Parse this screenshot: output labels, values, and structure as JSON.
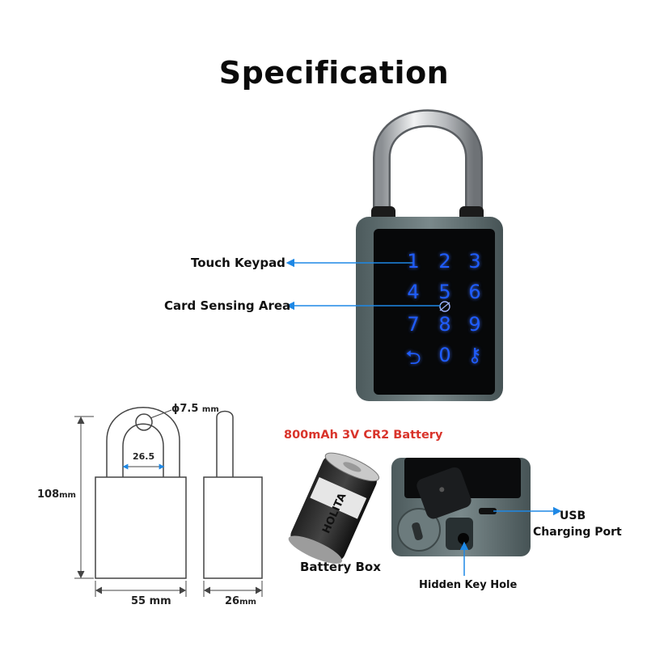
{
  "title": "Specification",
  "callouts": {
    "touch_keypad": "Touch Keypad",
    "card_sensing": "Card Sensing Area",
    "usb_line1": "USB",
    "usb_line2": "Charging Port",
    "battery_box": "Battery Box",
    "hidden_key_hole": "Hidden Key Hole"
  },
  "battery_label": "800mAh 3V CR2 Battery",
  "keypad": {
    "keys": [
      "1",
      "2",
      "3",
      "4",
      "5",
      "6",
      "7",
      "8",
      "9",
      "⮌",
      "0",
      "⚷"
    ]
  },
  "dimensions": {
    "shackle_hole": "ϕ7.5",
    "shackle_hole_unit": "mm",
    "shackle_inner": "26.5",
    "height": "108",
    "height_unit": "mm",
    "width": "55",
    "width_unit": "mm",
    "depth": "26",
    "depth_unit": "mm"
  },
  "battery_brand": "HOLITA",
  "colors": {
    "keypad_glow": "#1f5dff",
    "battery_label": "#d9342b",
    "arrow": "#1e88e5",
    "body": "#5a6b6e"
  }
}
